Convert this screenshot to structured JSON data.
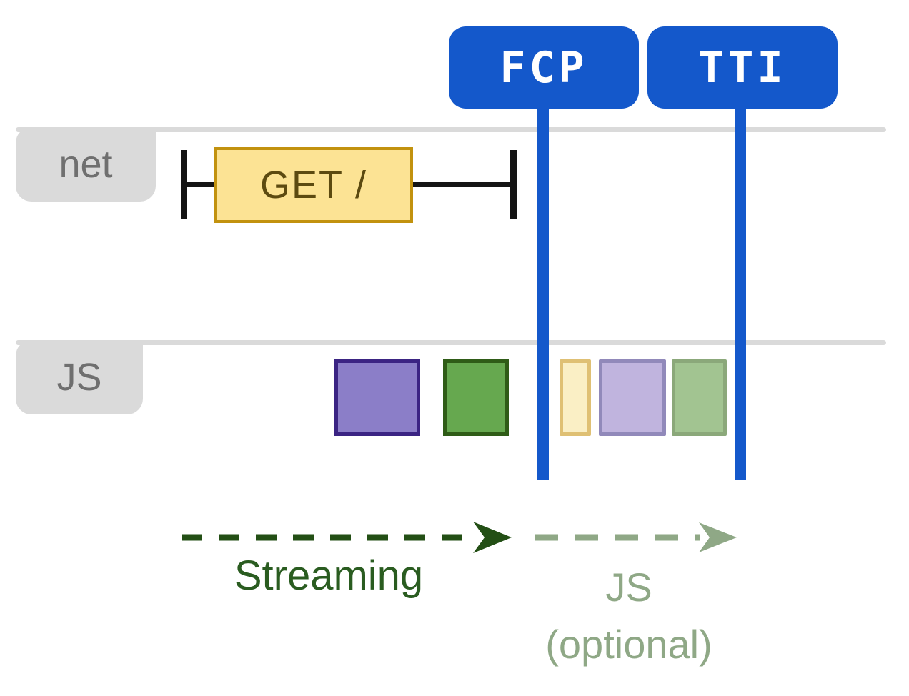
{
  "colors": {
    "blue": "#1458cb",
    "badge-text": "#ffffff",
    "track-gray": "#dadada",
    "track-label": "#6f6f6f",
    "whisker-black": "#141414",
    "request-fill": "#fce394",
    "request-border": "#c2920e",
    "request-text": "#5c4a10",
    "task-purple-fill": "#8b7ec8",
    "task-purple-border": "#3b2483",
    "task-green-fill": "#66a84f",
    "task-green-border": "#2f5c17",
    "task-yellow-faded-fill": "#faefc5",
    "task-yellow-faded-border": "#dfc074",
    "task-purple-faded-fill": "#c0b4de",
    "task-purple-faded-border": "#9189ba",
    "task-green-faded-fill": "#a2c491",
    "task-green-faded-border": "#8ba87a",
    "streaming-arrow": "#234f15",
    "streaming-text": "#2a5c20",
    "optional-green": "#8fa886"
  },
  "markers": [
    {
      "id": "fcp",
      "label": "FCP"
    },
    {
      "id": "tti",
      "label": "TTI"
    }
  ],
  "tracks": [
    {
      "id": "net",
      "label": "net",
      "blocks": [
        {
          "type": "request",
          "label": "GET /",
          "color": "yellow"
        }
      ]
    },
    {
      "id": "js",
      "label": "JS",
      "blocks": [
        {
          "type": "task",
          "color": "purple",
          "state": "solid"
        },
        {
          "type": "task",
          "color": "green",
          "state": "solid"
        },
        {
          "type": "task",
          "color": "yellow",
          "state": "faded"
        },
        {
          "type": "task",
          "color": "purple",
          "state": "faded"
        },
        {
          "type": "task",
          "color": "green",
          "state": "faded"
        }
      ]
    }
  ],
  "phases": [
    {
      "id": "streaming",
      "label": "Streaming"
    },
    {
      "id": "js-optional",
      "label": "JS",
      "sublabel": "(optional)"
    }
  ]
}
